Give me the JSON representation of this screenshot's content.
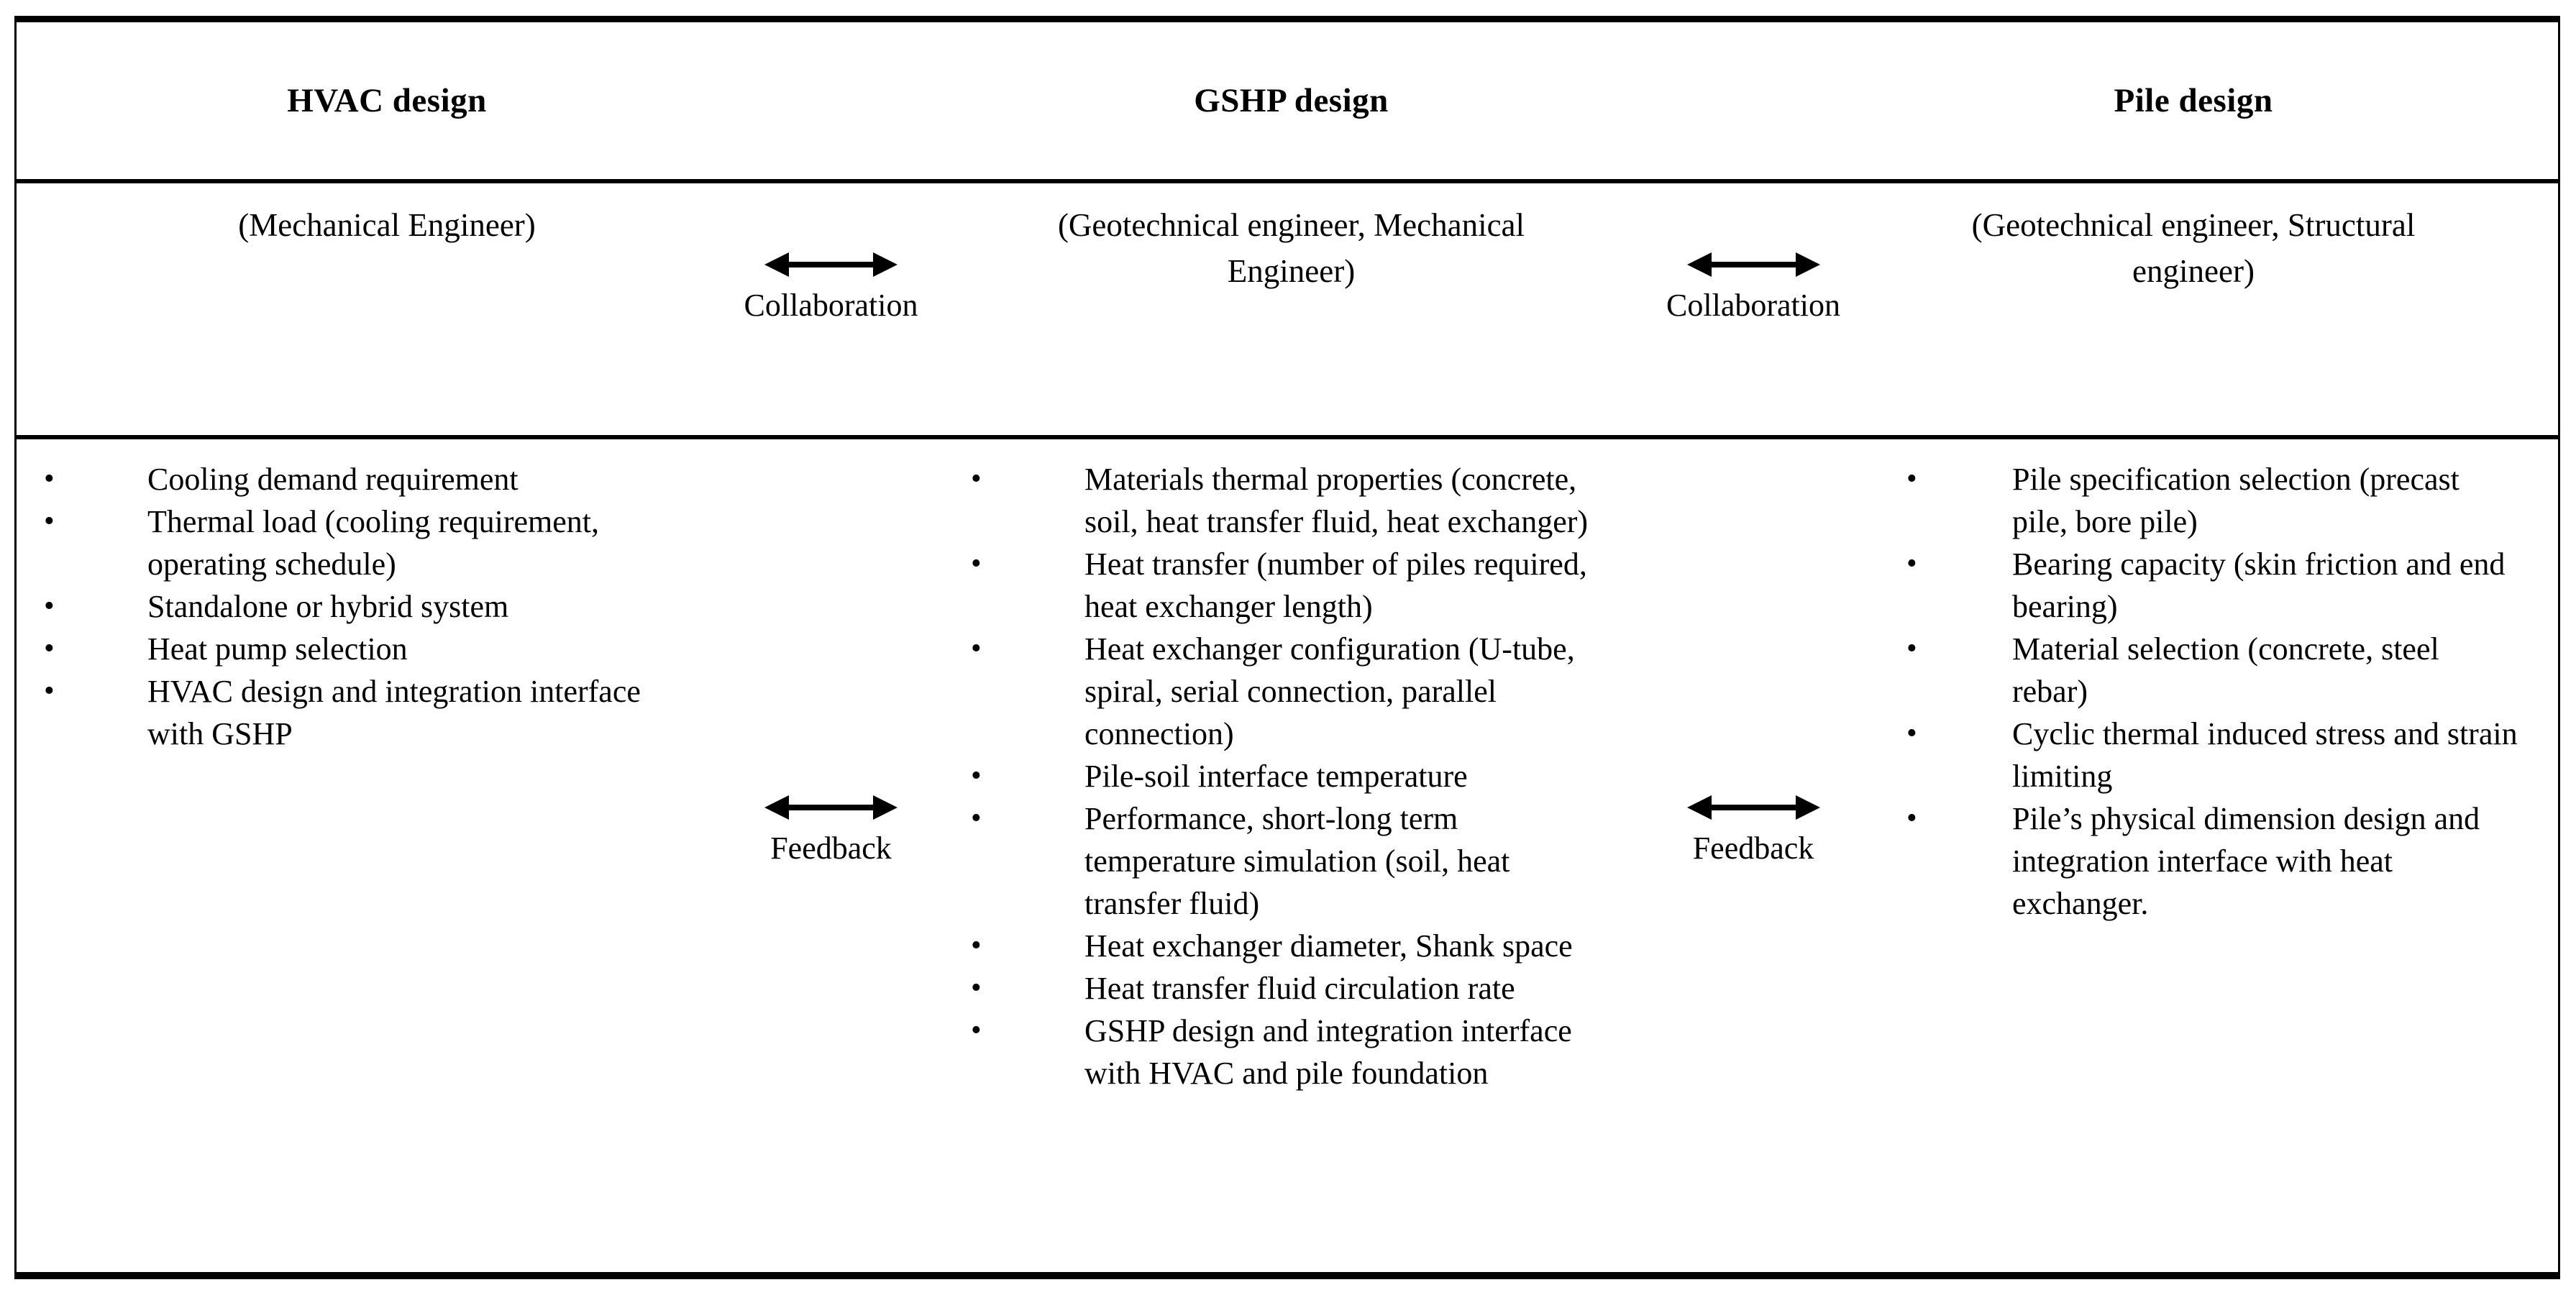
{
  "table": {
    "columns": [
      {
        "header": "HVAC design",
        "role": "(Mechanical Engineer)",
        "items": [
          "Cooling demand requirement",
          "Thermal load (cooling requirement, operating schedule)",
          "Standalone or hybrid system",
          "Heat pump selection",
          "HVAC design and integration interface with GSHP"
        ]
      },
      {
        "header": "GSHP design",
        "role": "(Geotechnical engineer, Mechanical Engineer)",
        "items": [
          "Materials thermal properties (concrete, soil, heat transfer fluid, heat exchanger)",
          "Heat transfer (number of piles required, heat exchanger length)",
          "Heat exchanger configuration (U-tube, spiral, serial connection, parallel connection)",
          "Pile-soil interface temperature",
          "Performance, short-long term temperature simulation (soil, heat transfer fluid)",
          "Heat exchanger diameter, Shank space",
          "Heat transfer fluid circulation rate",
          "GSHP design and integration interface with HVAC and pile foundation"
        ]
      },
      {
        "header": "Pile design",
        "role": "(Geotechnical engineer, Structural engineer)",
        "items": [
          "Pile specification selection (precast pile, bore pile)",
          "Bearing capacity (skin friction and end bearing)",
          "Material selection (concrete, steel rebar)",
          "Cyclic thermal induced stress and strain limiting",
          "Pile’s physical dimension design and integration interface with heat exchanger."
        ]
      }
    ],
    "connectors": {
      "collaboration_left": "Collaboration",
      "collaboration_right": "Collaboration",
      "feedback_left": "Feedback",
      "feedback_right": "Feedback"
    },
    "colors": {
      "background": "#ffffff",
      "text": "#000000",
      "rule": "#000000"
    }
  }
}
